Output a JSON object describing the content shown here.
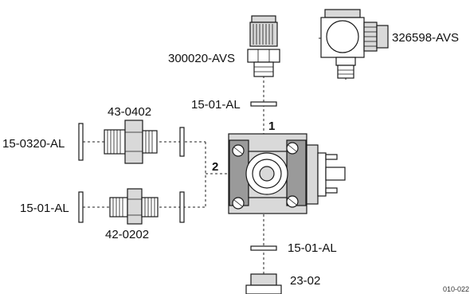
{
  "labels": {
    "fitting_300020": "300020-AVS",
    "fitting_326598": "326598-AVS",
    "seal_top": "15-01-AL",
    "fitting_43_0402": "43-0402",
    "seal_15_0320": "15-0320-AL",
    "seal_left_lower": "15-01-AL",
    "fitting_42_0202": "42-0202",
    "seal_bottom": "15-01-AL",
    "plug_23_02": "23-02",
    "port_1": "1",
    "port_2": "2",
    "drawing_ref": "010-022"
  }
}
